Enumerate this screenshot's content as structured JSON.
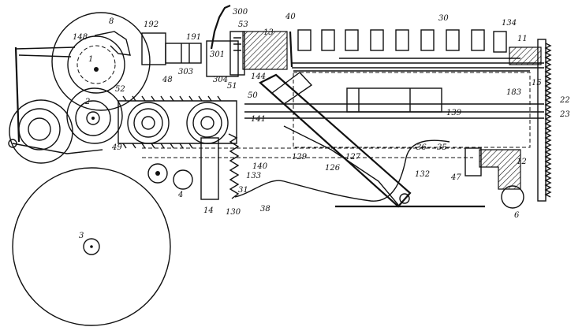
{
  "labels": [
    "8",
    "192",
    "191",
    "300",
    "53",
    "13",
    "40",
    "30",
    "134",
    "11",
    "148",
    "1",
    "301",
    "303",
    "304",
    "48",
    "51",
    "144",
    "15",
    "183",
    "22",
    "23",
    "52",
    "2",
    "50",
    "141",
    "139",
    "36",
    "35",
    "12",
    "49",
    "129",
    "127",
    "126",
    "47",
    "140",
    "132",
    "133",
    "31",
    "4",
    "130",
    "38",
    "14",
    "6",
    "3"
  ]
}
